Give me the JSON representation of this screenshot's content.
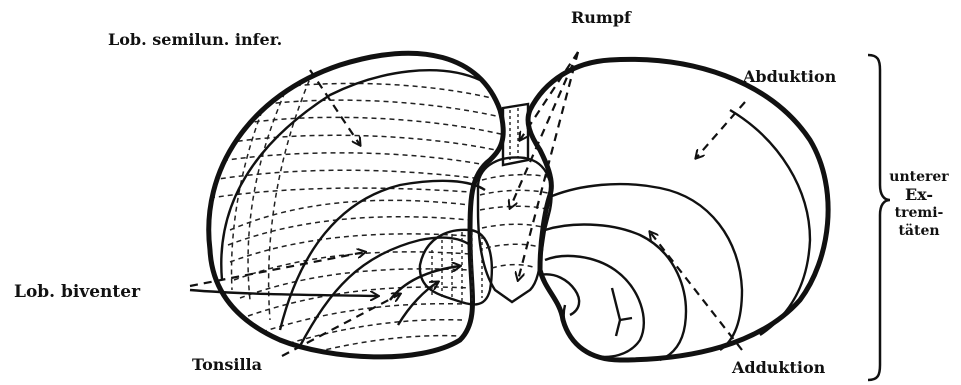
{
  "labels": {
    "rumpf": "Rumpf",
    "semilun": "Lob. semilun. infer.",
    "abduktion": "Abduktion",
    "biventer": "Lob. biventer",
    "tonsilla": "Tonsilla",
    "adduktion": "Adduktion",
    "extremitaeten": {
      "line1": "unterer",
      "line2": "Ex-",
      "line3": "tremi-",
      "line4": "täten"
    }
  },
  "colors": {
    "ink": "#111111",
    "paper": "#ffffff"
  }
}
